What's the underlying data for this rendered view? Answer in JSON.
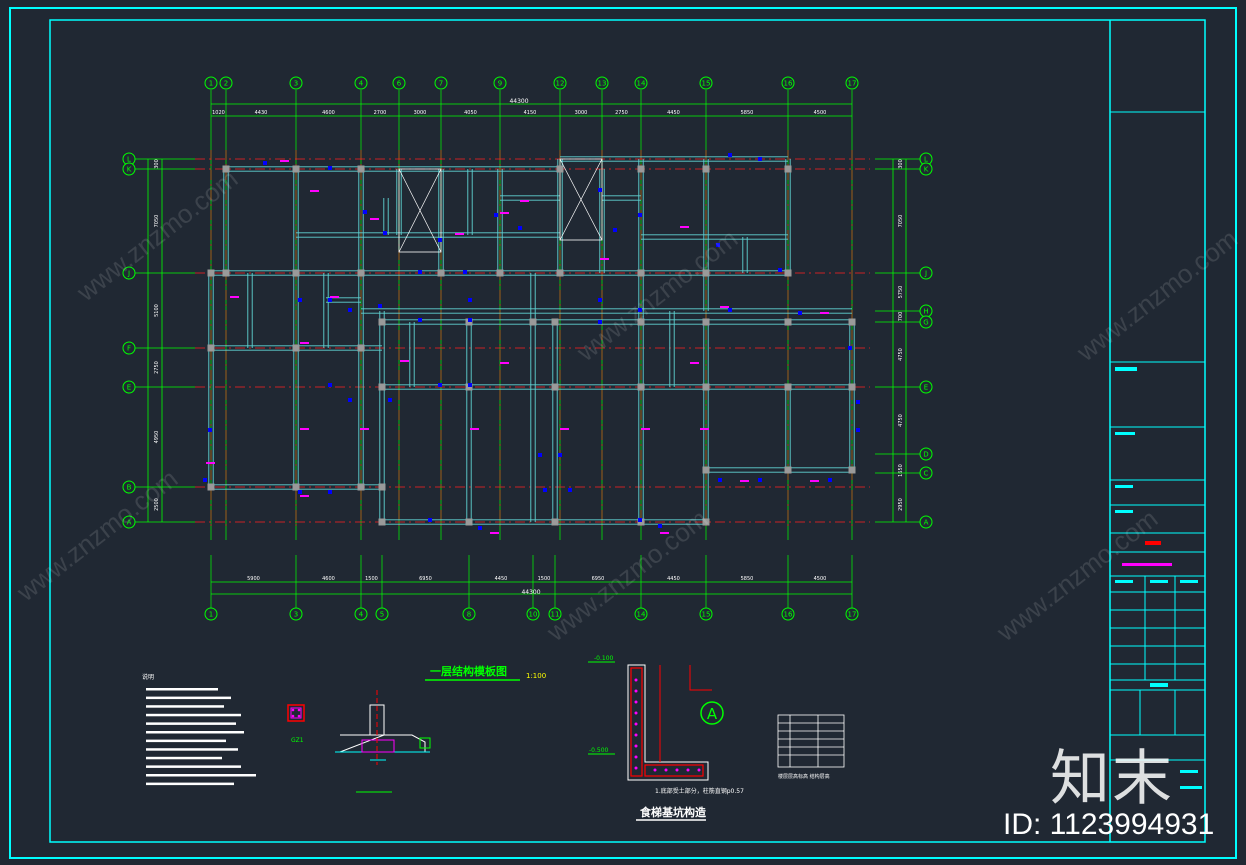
{
  "drawing": {
    "title": "一层结构模板图",
    "scale": "1:100",
    "detail_title": "食梯基坑构造",
    "detail_marker": "A",
    "elev_top": "-0.100",
    "elev_bottom": "-0.500",
    "note_heading": "说明",
    "detail_note": "1.底部受土部分，柱筋直钢p0.57",
    "section_label": "GZ1",
    "table_caption": "楼层层高标高 结构层高",
    "total_dim": "44300"
  },
  "axes": {
    "top_labels": [
      "1",
      "2",
      "3",
      "4",
      "6",
      "7",
      "9",
      "12",
      "13",
      "14",
      "15",
      "16",
      "17"
    ],
    "bottom_labels": [
      "1",
      "3",
      "4",
      "5",
      "8",
      "10",
      "11",
      "14",
      "15",
      "16",
      "17"
    ],
    "left_labels": [
      "L",
      "K",
      "J",
      "F",
      "E",
      "B",
      "A"
    ],
    "right_labels": [
      "L",
      "K",
      "J",
      "H",
      "G",
      "E",
      "D",
      "C",
      "A"
    ],
    "top_dims": [
      "1020",
      "4430",
      "4600",
      "2700",
      "3000",
      "4050",
      "4150",
      "3000",
      "2750",
      "4450",
      "5850",
      "4500"
    ],
    "bottom_dims": [
      "5900",
      "4600",
      "1500",
      "6950",
      "4450",
      "1500",
      "6950",
      "4450",
      "5850",
      "4500"
    ],
    "left_dims": [
      "300",
      "7050",
      "5100",
      "2750",
      "4950",
      "2500"
    ],
    "right_dims": [
      "300",
      "7050",
      "5750",
      "700",
      "4750",
      "4750",
      "1650",
      "2950"
    ]
  },
  "watermark": {
    "text": "www.znzmo.com",
    "brand": "知末",
    "id_text": "ID: 1123994931"
  }
}
